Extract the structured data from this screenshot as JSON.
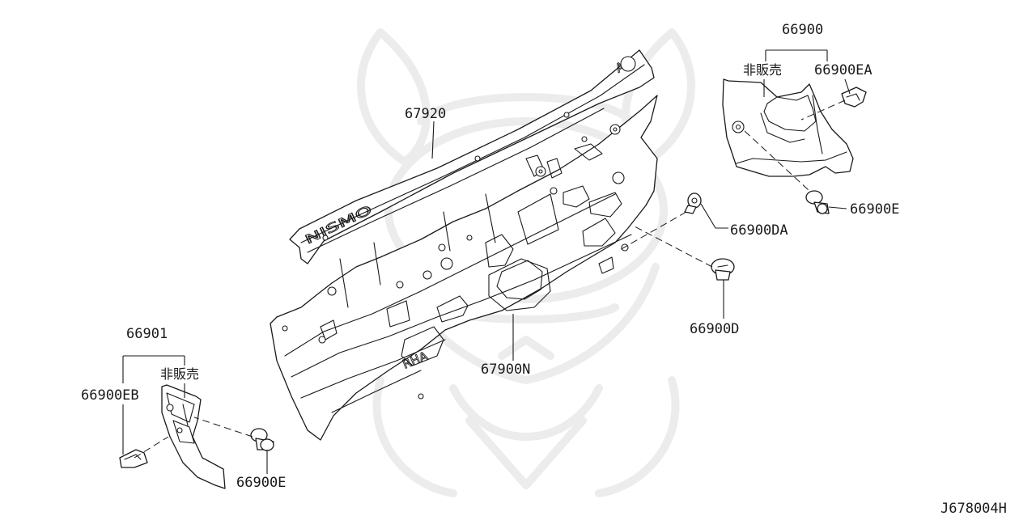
{
  "diagram": {
    "labels": {
      "p66900": "66900",
      "p66900_na": "非販売",
      "p66900EA": "66900EA",
      "p66900E_right": "66900E",
      "p66900DA": "66900DA",
      "p66900D": "66900D",
      "p67920": "67920",
      "p67900N": "67900N",
      "p66901": "66901",
      "p66901_na": "非販売",
      "p66900EB": "66900EB",
      "p66900E_left": "66900E"
    },
    "embossed_text": {
      "upper_panel": "NISMO",
      "lower_panel": "RHA",
      "end_mark": "A"
    },
    "figure_code": "J678004H"
  }
}
